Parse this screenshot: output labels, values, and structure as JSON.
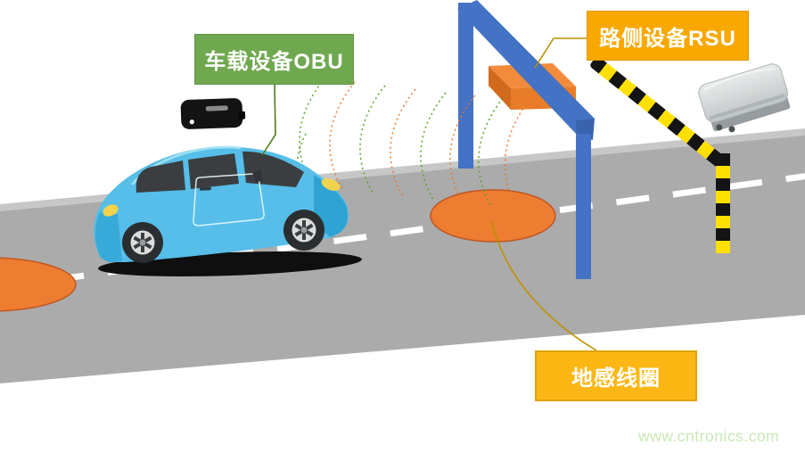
{
  "labels": {
    "obu": "车载设备OBU",
    "rsu": "路侧设备RSU",
    "coil": "地感线圈"
  },
  "watermark": "www.cntronics.com",
  "colors": {
    "obu_label_bg": "#6FA84F",
    "rsu_label_bg": "#F9A800",
    "coil_label_bg": "#FDB714",
    "label_text": "#FFFFFF",
    "gantry_blue": "#4472C4",
    "gantry_blue_dark": "#3A63AE",
    "coil_orange": "#ED7D31",
    "coil_orange_border": "#C05621",
    "rsu_box_top": "#F28B3C",
    "rsu_box_front": "#E87C28",
    "rsu_box_side": "#D26A1D",
    "road_gray": "#ABABAB",
    "road_edge_gray": "#C7C7C7",
    "lane_dash_white": "#FFFFFF",
    "car_blue": "#56BEE8",
    "car_blue_dark": "#2FA3D4",
    "car_window": "#3A3E41",
    "car_light_yellow": "#F2D34C",
    "barrier_yellow": "#FFE000",
    "barrier_black": "#141414",
    "wave_green": "#55A01E",
    "wave_orange": "#E8762A",
    "connector_olive": "#BF9000",
    "connector_green": "#4E7B1E",
    "antenna_gray": "#D3D7D7",
    "watermark_green": "#C9E9B6"
  }
}
